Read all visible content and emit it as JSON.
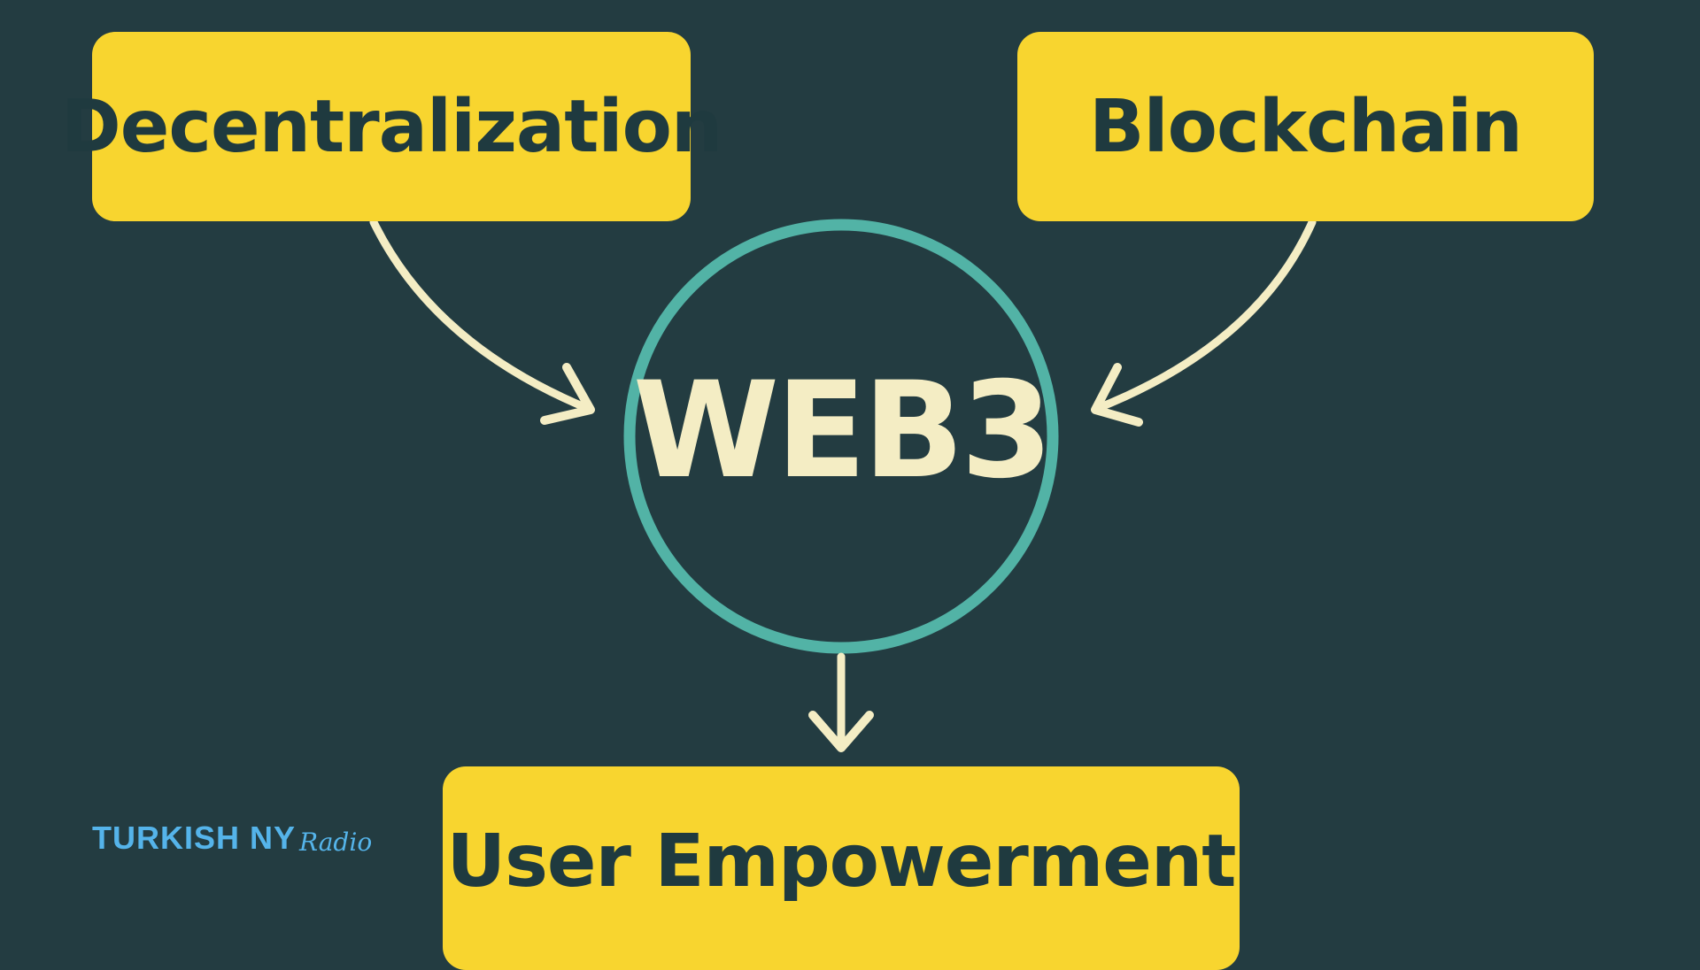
{
  "nodes": {
    "top_left": "Decentralization",
    "top_right": "Blockchain",
    "center": "WEB3",
    "bottom": "User Empowerment"
  },
  "logo": {
    "main": "TURKISH NY",
    "script": "Radio"
  },
  "colors": {
    "background": "#233c41",
    "box": "#f8d52f",
    "box_text": "#1f3a3f",
    "circle": "#52b3a6",
    "arrow": "#f4edc4",
    "logo": "#55b4ea"
  }
}
